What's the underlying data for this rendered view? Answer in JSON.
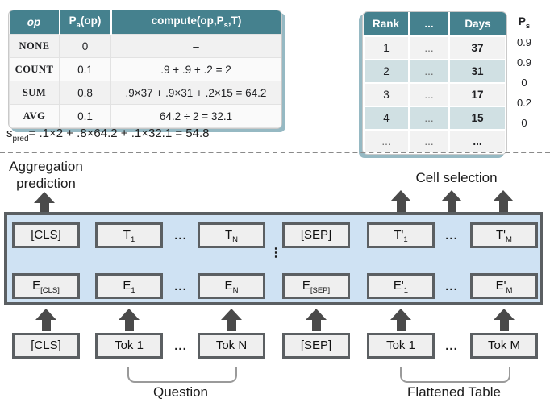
{
  "colors": {
    "teal_header": "#45818e",
    "teal_shadow": "#96b9c3",
    "teal_row": "#d0e0e3",
    "gray_row": "#f2f2f2",
    "panel_blue": "#cfe2f3",
    "box_border": "#5b5f62",
    "arrow_gray": "#4a4a4a"
  },
  "left_table": {
    "header": {
      "col1": {
        "pre": "op"
      },
      "col2": {
        "pre": "P",
        "sub": "a",
        "post": "(op)"
      },
      "col3": {
        "pre": "compute(op,P",
        "sub": "s",
        "post": ",T)"
      }
    },
    "rows": [
      {
        "op": "NONE",
        "pa": "0",
        "compute": "–"
      },
      {
        "op": "COUNT",
        "pa": "0.1",
        "compute": ".9 + .9 + .2 = 2"
      },
      {
        "op": "SUM",
        "pa": "0.8",
        "compute": ".9×37 + .9×31 + .2×15 = 64.2"
      },
      {
        "op": "AVG",
        "pa": "0.1",
        "compute": "64.2 ÷ 2 = 32.1"
      }
    ]
  },
  "formula": {
    "pre": "s",
    "sub": "pred",
    "post": "= .1×2 + .8×64.2 + .1×32.1 = 54.8"
  },
  "right_table": {
    "header": [
      "Rank",
      "...",
      "Days"
    ],
    "rows": [
      [
        "1",
        "...",
        "37"
      ],
      [
        "2",
        "...",
        "31"
      ],
      [
        "3",
        "...",
        "17"
      ],
      [
        "4",
        "...",
        "15"
      ],
      [
        "...",
        "...",
        "..."
      ]
    ]
  },
  "ps": {
    "header": {
      "pre": "P",
      "sub": "s"
    },
    "values": [
      "0.9",
      "0.9",
      "0",
      "0.2",
      "0"
    ]
  },
  "labels": {
    "aggregation_line1": "Aggregation",
    "aggregation_line2": "prediction",
    "cell_selection": "Cell selection",
    "question": "Question",
    "flattened_table": "Flattened Table",
    "dots_h": "...",
    "dots_v": "⋮"
  },
  "transformer": {
    "t_row": [
      {
        "base": "[CLS]"
      },
      {
        "base": "T",
        "sub": "1"
      },
      {
        "base": "T",
        "sub": "N"
      },
      {
        "base": "[SEP]"
      },
      {
        "base": "T'",
        "sub": "1"
      },
      {
        "base": "T'",
        "sub": "M"
      }
    ],
    "e_row": [
      {
        "base": "E",
        "sub": "[CLS]"
      },
      {
        "base": "E",
        "sub": "1"
      },
      {
        "base": "E",
        "sub": "N"
      },
      {
        "base": "E",
        "sub": "[SEP]"
      },
      {
        "base": "E'",
        "sub": "1"
      },
      {
        "base": "E'",
        "sub": "M"
      }
    ],
    "token_row": [
      {
        "base": "[CLS]"
      },
      {
        "base": "Tok 1"
      },
      {
        "base": "Tok N"
      },
      {
        "base": "[SEP]"
      },
      {
        "base": "Tok 1"
      },
      {
        "base": "Tok M"
      }
    ]
  }
}
